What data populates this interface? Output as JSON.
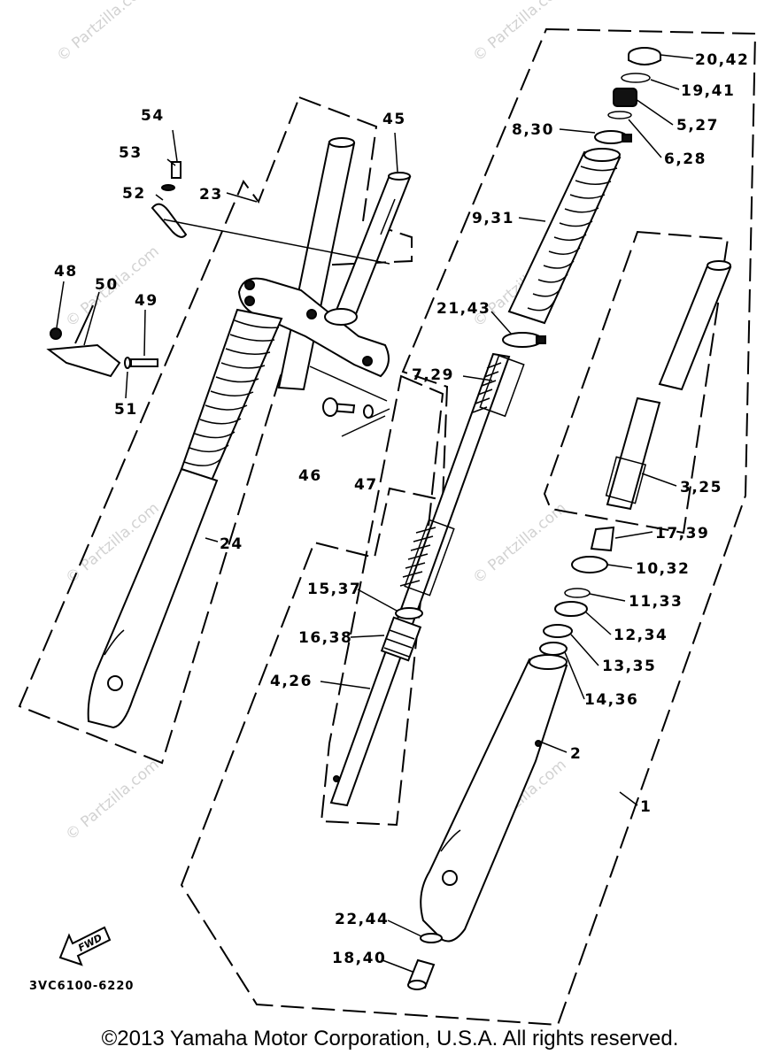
{
  "diagram": {
    "part_code": "3VC6100-6220",
    "fwd_label": "FWD",
    "watermark": "© Partzilla.com",
    "callouts": {
      "c1": "1",
      "c2": "2",
      "c3_25": "3,25",
      "c4_26": "4,26",
      "c5_27": "5,27",
      "c6_28": "6,28",
      "c7_29": "7,29",
      "c8_30": "8,30",
      "c9_31": "9,31",
      "c10_32": "10,32",
      "c11_33": "11,33",
      "c12_34": "12,34",
      "c13_35": "13,35",
      "c14_36": "14,36",
      "c15_37": "15,37",
      "c16_38": "16,38",
      "c17_39": "17,39",
      "c18_40": "18,40",
      "c19_41": "19,41",
      "c20_42": "20,42",
      "c21_43": "21,43",
      "c22_44": "22,44",
      "c23": "23",
      "c24": "24",
      "c45": "45",
      "c46": "46",
      "c47": "47",
      "c48": "48",
      "c49": "49",
      "c50": "50",
      "c51": "51",
      "c52": "52",
      "c53": "53",
      "c54": "54"
    }
  },
  "footer": {
    "copyright": "©2013 Yamaha Motor Corporation, U.S.A. All rights reserved."
  }
}
